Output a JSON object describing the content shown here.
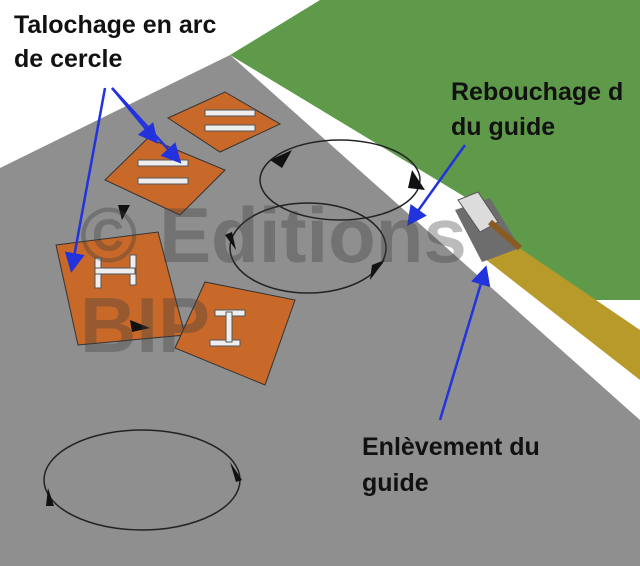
{
  "labels": {
    "talochage_line1": "Talochage en arc",
    "talochage_line2": "de cercle",
    "rebouchage_line1": "Rebouchage d",
    "rebouchage_line2": "du guide",
    "enlevement_line1": "Enlèvement du",
    "enlevement_line2": "guide"
  },
  "watermark": {
    "line1": "© Editions",
    "line2": "BIP"
  },
  "colors": {
    "slab": "#8f8f8f",
    "grass": "#5f9a4a",
    "board": "#c8692a",
    "guide": "#b89a2a",
    "callout_arrow": "#2233dd"
  }
}
